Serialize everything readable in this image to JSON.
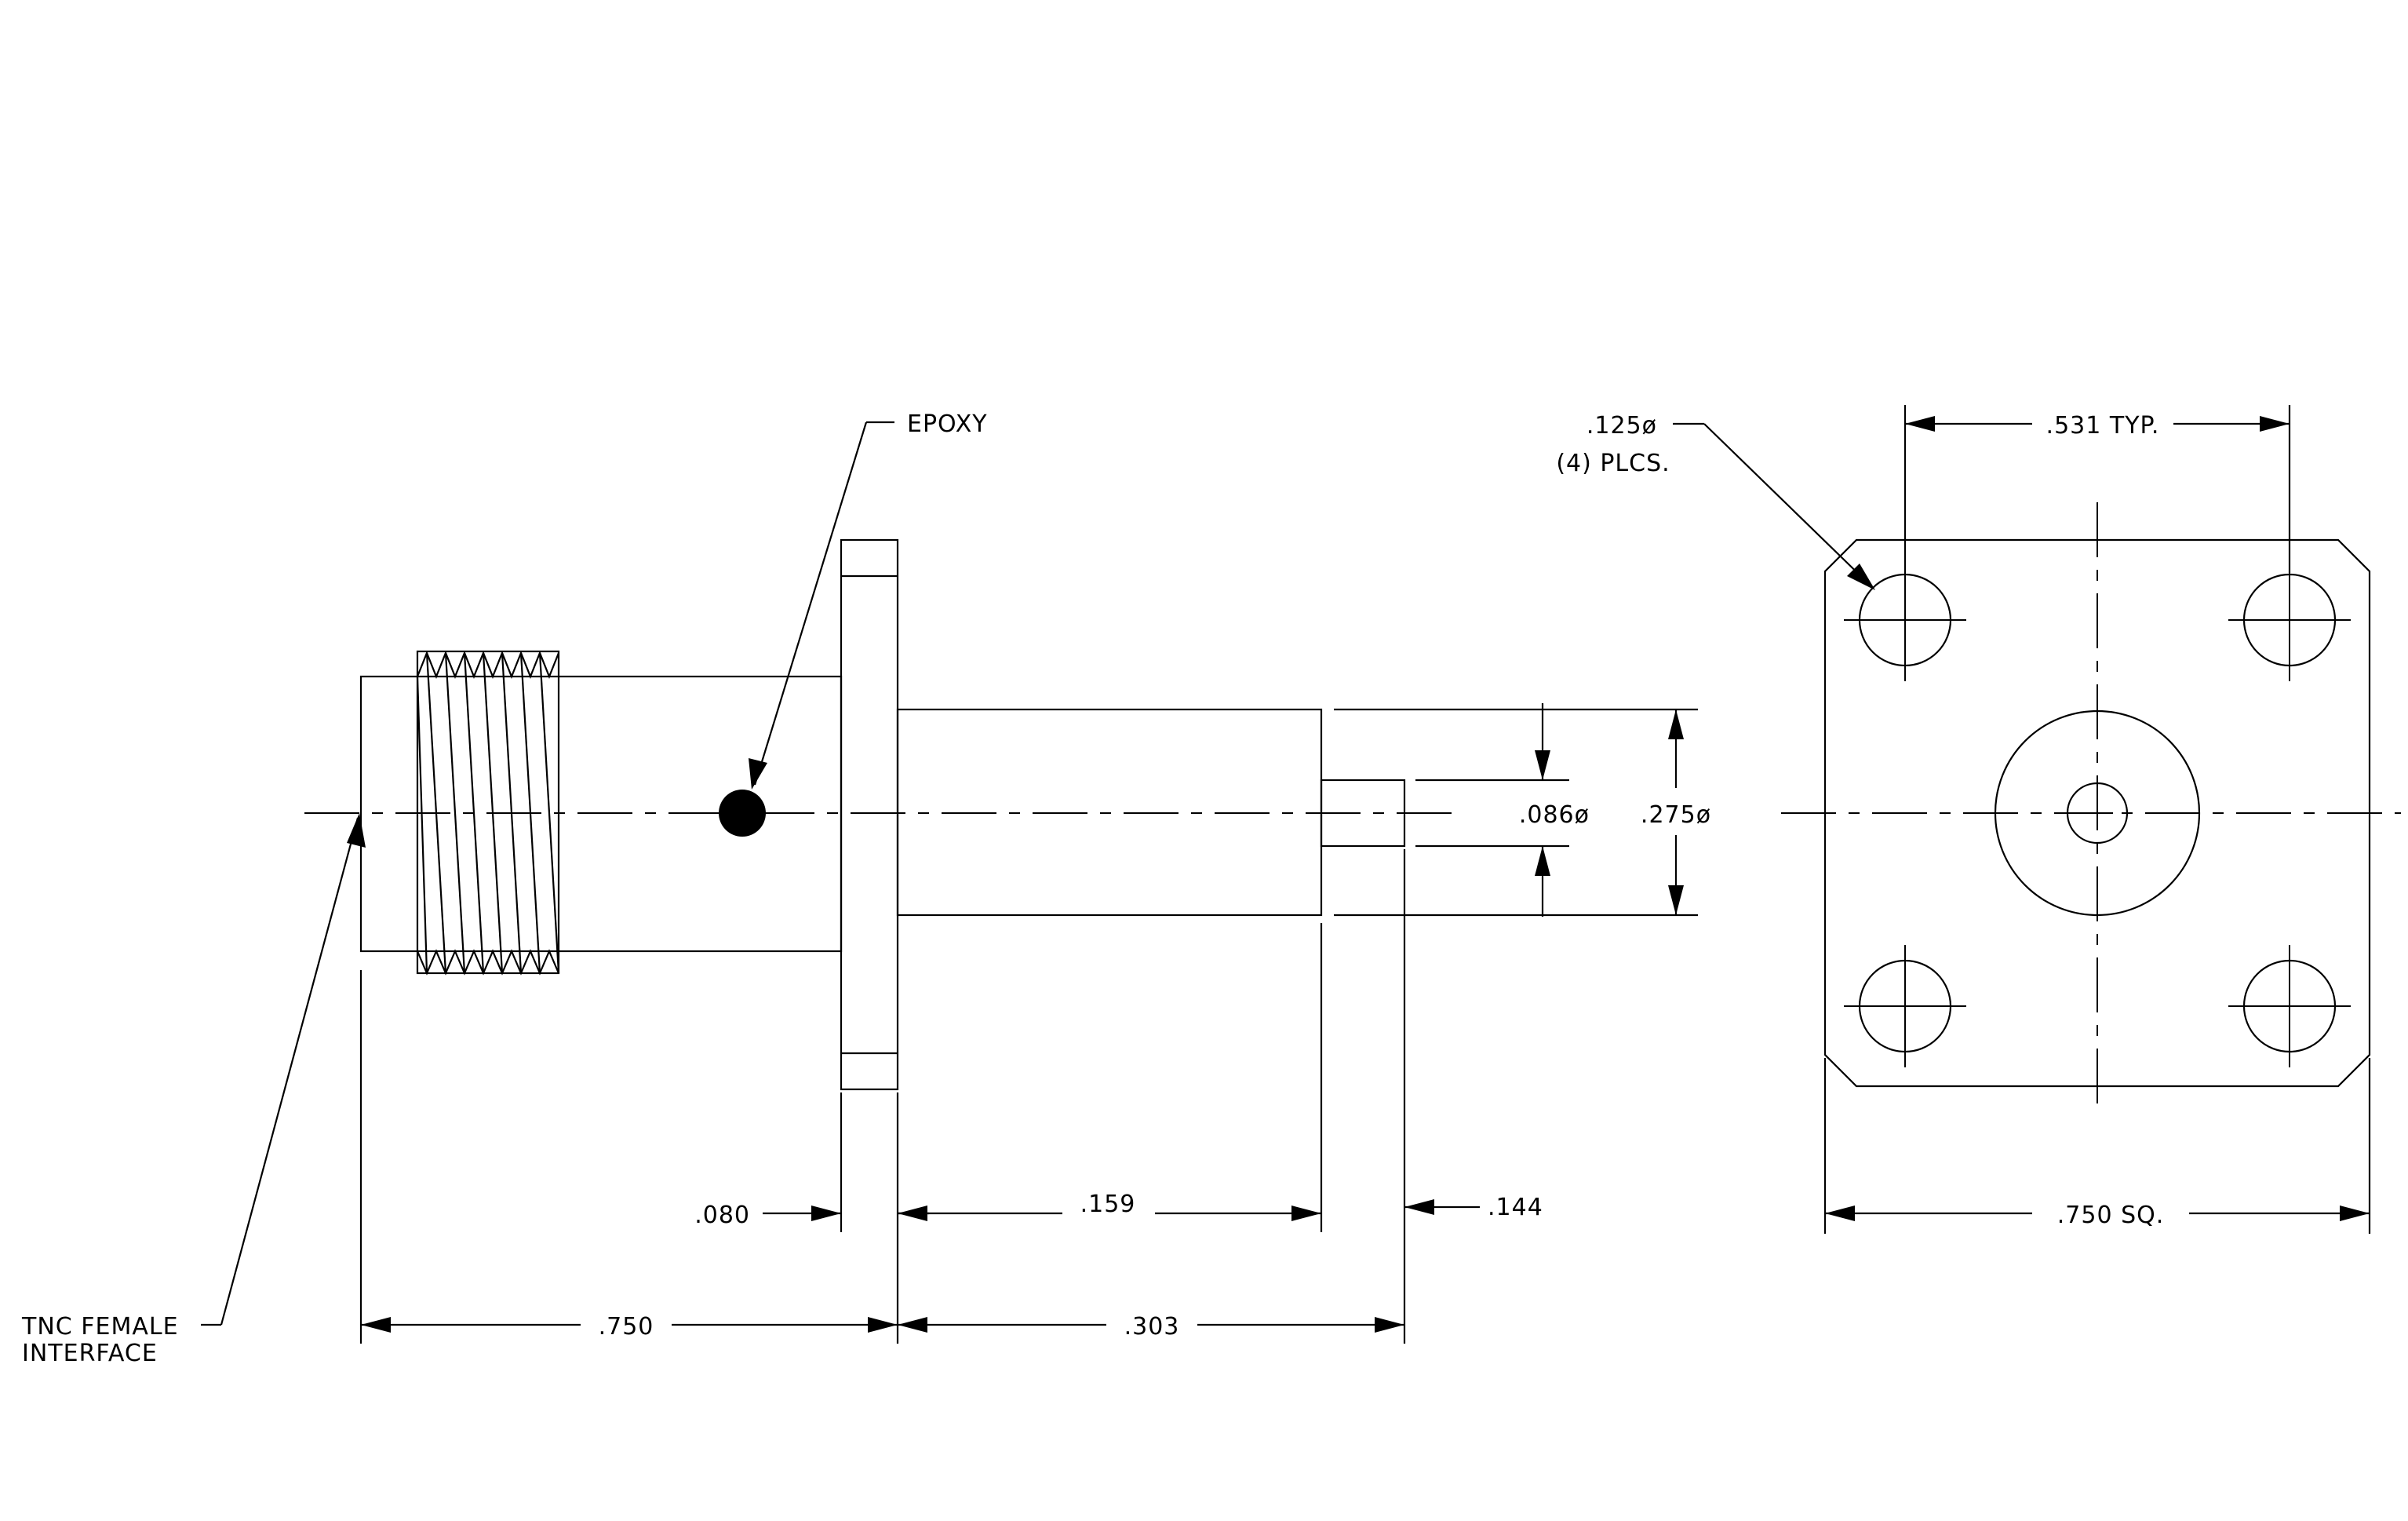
{
  "labels": {
    "epoxy": "EPOXY",
    "tnc_line1": "TNC  FEMALE",
    "tnc_line2": "INTERFACE",
    "hole_dia": ".125ø",
    "hole_qty": "(4)  PLCS.",
    "hole_spacing": ".531 TYP.",
    "flange_square": ".750  SQ."
  },
  "dimensions": {
    "flange_thickness": ".080",
    "body_length": ".159",
    "pin_length": ".144",
    "overall_front": ".750",
    "overall_rear": ".303",
    "pin_dia": ".086ø",
    "body_dia": ".275ø"
  },
  "colors": {
    "line": "#000000",
    "background": "#ffffff"
  }
}
